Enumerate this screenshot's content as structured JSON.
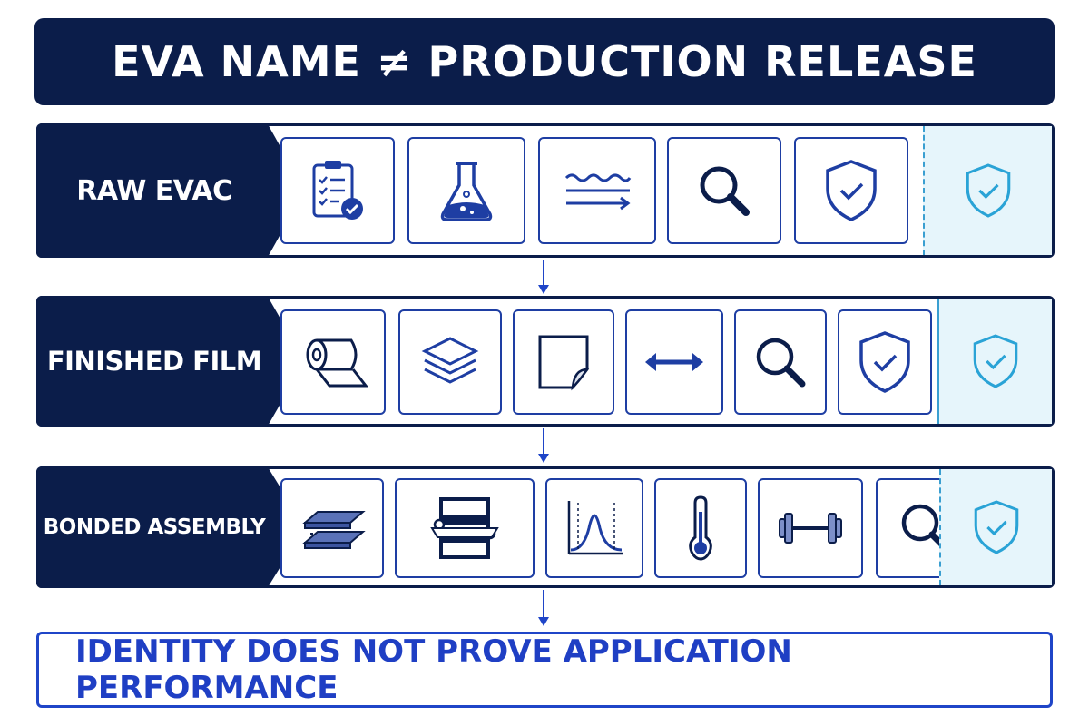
{
  "title": "EVA NAME ≠ PRODUCTION RELEASE",
  "rows": [
    {
      "label": "RAW EVAC",
      "icons": [
        "clipboard-check-icon",
        "flask-icon",
        "flow-lines-icon",
        "magnifier-icon",
        "shield-check-icon"
      ],
      "release_icon": "shield-check-icon"
    },
    {
      "label": "FINISHED FILM",
      "icons": [
        "film-roll-icon",
        "layers-icon",
        "peel-sheet-icon",
        "double-arrow-icon",
        "magnifier-icon",
        "shield-check-icon"
      ],
      "release_icon": "shield-check-icon"
    },
    {
      "label": "BONDED ASSEMBLY",
      "icons": [
        "laminate-layers-icon",
        "roller-press-icon",
        "bell-curve-icon",
        "thermometer-icon",
        "dumbbell-icon",
        "magnifier-icon"
      ],
      "release_icon": "shield-check-icon"
    }
  ],
  "conclusion": "IDENTITY DOES NOT PROVE APPLICATION PERFORMANCE",
  "colors": {
    "navy": "#0b1d4a",
    "icon_blue": "#1e3ea3",
    "release_blue": "#2aa3d6",
    "release_bg": "#e6f5fb",
    "conclusion_text": "#1f3fc4"
  }
}
